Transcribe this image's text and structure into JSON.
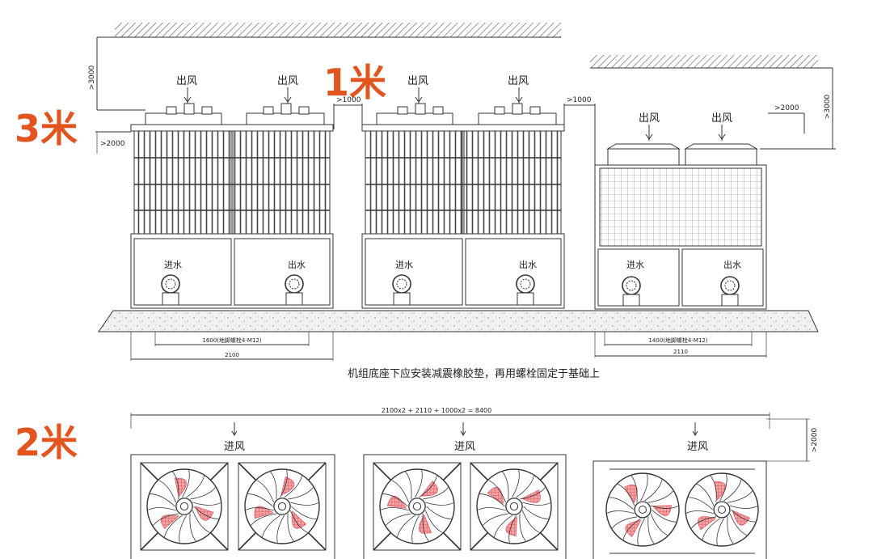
{
  "callouts": {
    "three_m": "3米",
    "one_m": "1米",
    "two_m": "2米"
  },
  "elevation": {
    "units": [
      {
        "outlet_labels": [
          "出风",
          "出风"
        ],
        "water_labels": [
          "进水",
          "出水"
        ]
      },
      {
        "outlet_labels": [
          "出风",
          "出风"
        ],
        "water_labels": [
          "进水",
          "出水"
        ]
      },
      {
        "outlet_labels": [
          "出风",
          "出风"
        ],
        "water_labels": [
          "进水",
          "出水"
        ]
      }
    ],
    "dims": {
      "ceiling_left": ">3000",
      "gap_top_left": ">2000",
      "gap_a": ">1000",
      "gap_b": ">1000",
      "side_right": ">2000",
      "ceiling_right": ">3000",
      "base_inner": "1600(地脚螺栓4-M12)",
      "base_outer": "2100",
      "base_inner_small": "1400(地脚螺栓4-M12)",
      "base_outer_small": "2110"
    },
    "note": "机组底座下应安装减震橡胶垫，再用螺栓固定于基础上"
  },
  "plan": {
    "total_dim": "2100x2 + 2110 + 1000x2 = 8400",
    "side_dim": ">2000",
    "inlet_labels": [
      "进风",
      "进风",
      "进风"
    ]
  },
  "colors": {
    "accent": "#e2551f",
    "fan_blade": "#e0494f"
  }
}
